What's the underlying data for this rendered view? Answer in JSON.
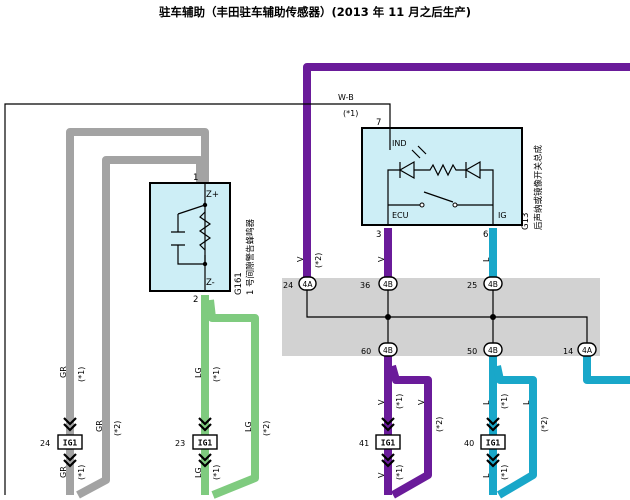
{
  "header": {
    "title": "驻车辅助（丰田驻车辅助传感器）(2013 年 11 月之后生产)"
  },
  "colors": {
    "gray": "#a3a3a3",
    "green": "#7fcb7f",
    "purple": "#6a1b9a",
    "blue": "#19a7c9",
    "component_fill": "#cdeef6",
    "junction_fill": "#d2d2d2"
  },
  "components": {
    "buzzer": {
      "code": "G161",
      "name": "1 号间隙警告蜂鸣器",
      "pins": {
        "top": "1",
        "bottom": "2",
        "plus": "Z+",
        "minus": "Z-"
      }
    },
    "switch": {
      "code": "G13",
      "name": "后声纳或镜像开关总成",
      "pins": {
        "ind": "IND",
        "ecu": "ECU",
        "ig": "IG",
        "p7": "7",
        "p3": "3",
        "p6": "6"
      }
    }
  },
  "wires": {
    "w_b": "W-B",
    "star1": "(*1)",
    "star2": "(*2)",
    "v": "V",
    "l": "L",
    "gr": "GR",
    "lg": "LG"
  },
  "junction": {
    "top": [
      {
        "num": "24",
        "conn": "4A"
      },
      {
        "num": "36",
        "conn": "4B"
      },
      {
        "num": "25",
        "conn": "4B"
      }
    ],
    "bottom": [
      {
        "num": "60",
        "conn": "4B"
      },
      {
        "num": "50",
        "conn": "4B"
      },
      {
        "num": "14",
        "conn": "4A"
      }
    ]
  },
  "connectors": [
    {
      "num": "24",
      "name": "IG1"
    },
    {
      "num": "23",
      "name": "IG1"
    },
    {
      "num": "41",
      "name": "IG1"
    },
    {
      "num": "40",
      "name": "IG1"
    }
  ]
}
